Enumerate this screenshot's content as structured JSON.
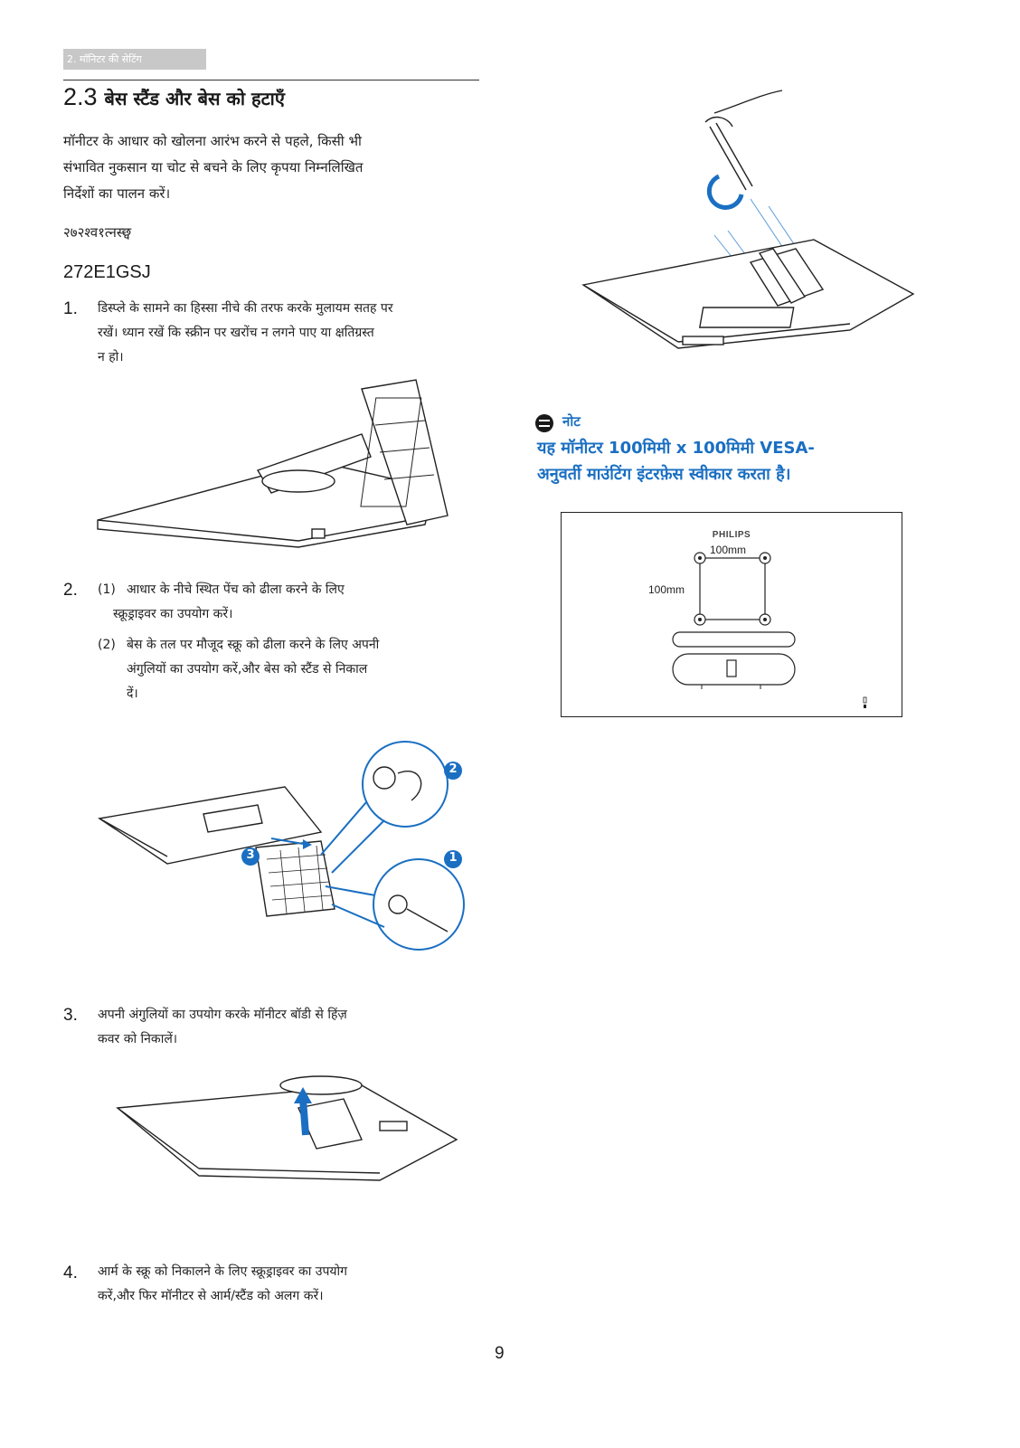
{
  "header": {
    "breadcrumb": "2. मॉनिटर की सेटिंग"
  },
  "section": {
    "number": "2.3",
    "title": "बेस स्टैंड और बेस को हटाएँ"
  },
  "intro": {
    "line1": "मॉनीटर के आधार को खोलना आरंभ करने से पहले, किसी भी",
    "line2": "संभावित नुकसान या चोट से बचने के लिए कृपया निम्नलिखित",
    "line3": "निर्देशों का पालन करें।"
  },
  "model_hindi": "२७२श्व१त्नस्छ्व",
  "model": "272E1GSJ",
  "steps": [
    {
      "num": "1.",
      "lines": [
        "डिस्प्ले के सामने का हिस्सा नीचे की तरफ करके मुलायम सतह पर",
        "रखें। ध्यान रखें कि स्क्रीन पर खरोंच न लगने पाए या क्षतिग्रस्त",
        "न हो।"
      ]
    },
    {
      "num": "2.",
      "sub1_num": "(1)",
      "sub1_lines": [
        "आधार के नीचे स्थित पेंच को ढीला करने के लिए",
        "स्क्रूड्राइवर का उपयोग करें।"
      ],
      "sub2_num": "(2)",
      "sub2_lines": [
        "बेस के तल पर मौजूद स्क्रू को ढीला करने के लिए अपनी",
        "अंगुलियों का उपयोग करें,और बेस को स्टैंड से निकाल",
        "दें।"
      ]
    },
    {
      "num": "3.",
      "lines": [
        "अपनी अंगुलियों का उपयोग करके मॉनीटर बॉडी से हिंज़",
        "कवर को निकालें।"
      ]
    },
    {
      "num": "4.",
      "lines": [
        "आर्म के स्क्रू को निकालने के लिए स्क्रूड्राइवर का उपयोग",
        "करें,और फिर मॉनीटर से आर्म/स्टैंड को अलग करें।"
      ]
    }
  ],
  "callouts": {
    "c1": "1",
    "c2": "2",
    "c3": "3"
  },
  "note": {
    "label": "नोट",
    "line1": "यह मॉनीटर 100मिमी x 100मिमी VESA-",
    "line2": "अनुवर्ती माउंटिंग इंटरफ़ेस स्वीकार करता है।"
  },
  "vesa": {
    "brand": "PHILIPS",
    "width_label": "100mm",
    "height_label": "100mm"
  },
  "page_number": "9",
  "colors": {
    "accent": "#1a6fc2",
    "header_tab": "#c8c8c8"
  }
}
